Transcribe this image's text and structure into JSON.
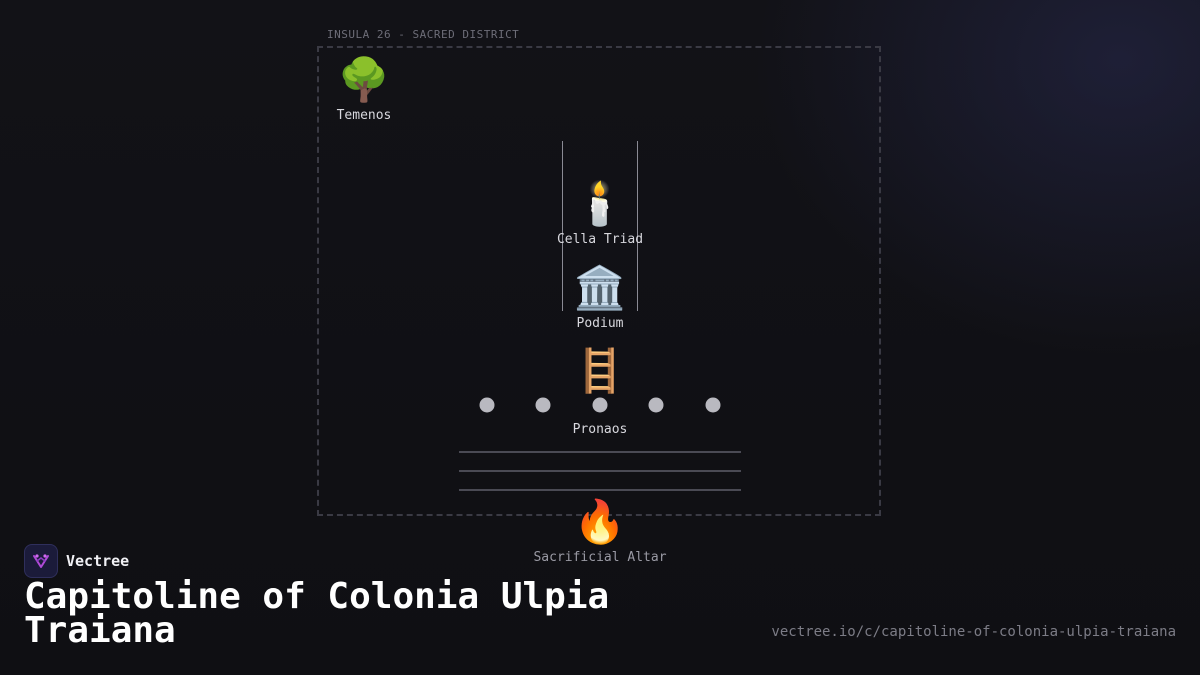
{
  "district": {
    "label": "INSULA 26 - SACRED DISTRICT"
  },
  "nodes": {
    "temenos": {
      "label": "Temenos",
      "icon": "🌳",
      "icon_name": "tree-icon"
    },
    "cella": {
      "label": "Cella Triad",
      "icon": "🕯️",
      "icon_name": "candle-icon"
    },
    "podium": {
      "label": "Podium",
      "icon": "🏛️",
      "icon_name": "classical-building-icon"
    },
    "stairs": {
      "icon": "🪜",
      "icon_name": "ladder-icon"
    },
    "pronaos": {
      "label": "Pronaos"
    },
    "altar": {
      "label": "Sacrificial Altar",
      "icon": "🔥",
      "icon_name": "fire-icon"
    }
  },
  "pronaos_columns": 5,
  "steps": 3,
  "brand": {
    "name": "Vectree",
    "accent": "#b04ad8"
  },
  "title": "Capitoline of Colonia Ulpia Traiana",
  "url": "vectree.io/c/capitoline-of-colonia-ulpia-traiana",
  "colors": {
    "background": "#111116",
    "box_border": "#3a3a44",
    "column": "#b9b9c0"
  }
}
